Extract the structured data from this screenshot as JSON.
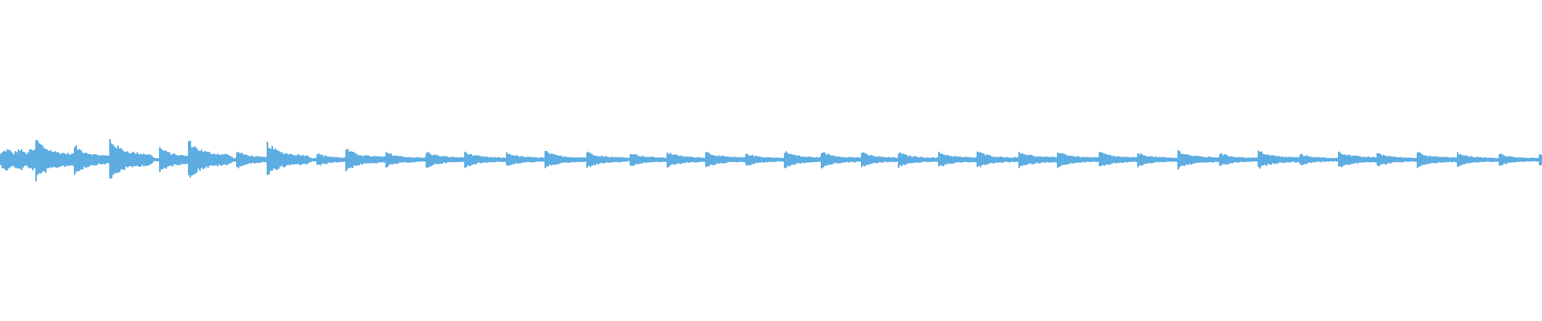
{
  "chart_data": {
    "type": "area",
    "title": "",
    "xlabel": "",
    "ylabel": "",
    "grid": false,
    "legend": "none",
    "color": "#5dade2",
    "background": "#ffffff",
    "amplitude_range": [
      -1,
      1
    ],
    "clip_duration": 1.0,
    "intro_noise_amplitude": 0.07,
    "noise_floor": 0.012,
    "onsets": [
      {
        "t": 0.0224,
        "amp": 0.15
      },
      {
        "t": 0.0479,
        "amp": 0.1
      },
      {
        "t": 0.0703,
        "amp": 0.15
      },
      {
        "t": 0.1026,
        "amp": 0.09
      },
      {
        "t": 0.1214,
        "amp": 0.14
      },
      {
        "t": 0.1531,
        "amp": 0.06
      },
      {
        "t": 0.1724,
        "amp": 0.12
      },
      {
        "t": 0.2042,
        "amp": 0.05
      },
      {
        "t": 0.2234,
        "amp": 0.08
      },
      {
        "t": 0.2495,
        "amp": 0.055
      },
      {
        "t": 0.2755,
        "amp": 0.06
      },
      {
        "t": 0.301,
        "amp": 0.055
      },
      {
        "t": 0.3271,
        "amp": 0.055
      },
      {
        "t": 0.3531,
        "amp": 0.06
      },
      {
        "t": 0.3797,
        "amp": 0.06
      },
      {
        "t": 0.4073,
        "amp": 0.055
      },
      {
        "t": 0.4313,
        "amp": 0.06
      },
      {
        "t": 0.4568,
        "amp": 0.06
      },
      {
        "t": 0.4823,
        "amp": 0.05
      },
      {
        "t": 0.5083,
        "amp": 0.06
      },
      {
        "t": 0.5318,
        "amp": 0.06
      },
      {
        "t": 0.5578,
        "amp": 0.055
      },
      {
        "t": 0.5818,
        "amp": 0.055
      },
      {
        "t": 0.6073,
        "amp": 0.06
      },
      {
        "t": 0.6333,
        "amp": 0.06
      },
      {
        "t": 0.6594,
        "amp": 0.065
      },
      {
        "t": 0.6854,
        "amp": 0.06
      },
      {
        "t": 0.712,
        "amp": 0.06
      },
      {
        "t": 0.7375,
        "amp": 0.05
      },
      {
        "t": 0.7635,
        "amp": 0.065
      },
      {
        "t": 0.7901,
        "amp": 0.05
      },
      {
        "t": 0.8156,
        "amp": 0.065
      },
      {
        "t": 0.8417,
        "amp": 0.045
      },
      {
        "t": 0.8667,
        "amp": 0.065
      },
      {
        "t": 0.8927,
        "amp": 0.05
      },
      {
        "t": 0.9182,
        "amp": 0.06
      },
      {
        "t": 0.9443,
        "amp": 0.05
      },
      {
        "t": 0.9714,
        "amp": 0.045
      },
      {
        "t": 0.9969,
        "amp": 0.05
      }
    ]
  }
}
